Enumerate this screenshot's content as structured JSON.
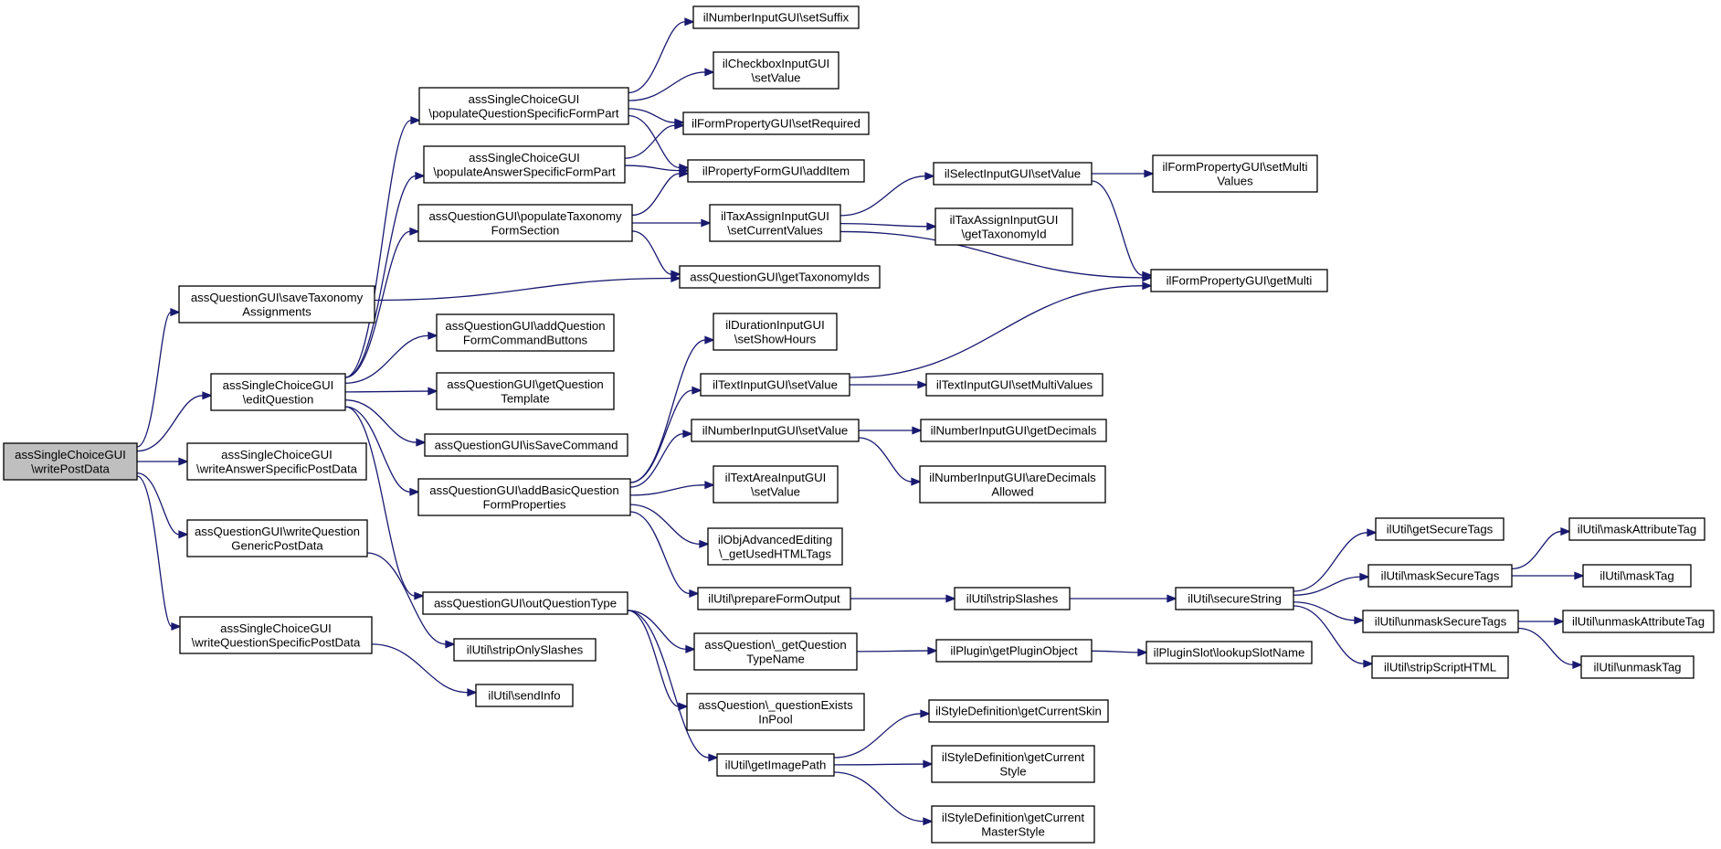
{
  "nodes": [
    {
      "id": "n0",
      "lines": [
        "assSingleChoiceGUI",
        "\\writePostData"
      ],
      "root": true
    },
    {
      "id": "n1",
      "lines": [
        "assQuestionGUI\\saveTaxonomy",
        "Assignments"
      ]
    },
    {
      "id": "n2",
      "lines": [
        "assSingleChoiceGUI",
        "\\editQuestion"
      ]
    },
    {
      "id": "n3",
      "lines": [
        "assSingleChoiceGUI",
        "\\writeAnswerSpecificPostData"
      ]
    },
    {
      "id": "n4",
      "lines": [
        "assQuestionGUI\\writeQuestion",
        "GenericPostData"
      ]
    },
    {
      "id": "n5",
      "lines": [
        "assSingleChoiceGUI",
        "\\writeQuestionSpecificPostData"
      ]
    },
    {
      "id": "n6",
      "lines": [
        "assSingleChoiceGUI",
        "\\populateQuestionSpecificFormPart"
      ]
    },
    {
      "id": "n7",
      "lines": [
        "assSingleChoiceGUI",
        "\\populateAnswerSpecificFormPart"
      ]
    },
    {
      "id": "n8",
      "lines": [
        "assQuestionGUI\\populateTaxonomy",
        "FormSection"
      ]
    },
    {
      "id": "n9",
      "lines": [
        "assQuestionGUI\\addQuestion",
        "FormCommandButtons"
      ]
    },
    {
      "id": "n10",
      "lines": [
        "assQuestionGUI\\getQuestion",
        "Template"
      ]
    },
    {
      "id": "n11",
      "lines": [
        "assQuestionGUI\\isSaveCommand"
      ]
    },
    {
      "id": "n12",
      "lines": [
        "assQuestionGUI\\addBasicQuestion",
        "FormProperties"
      ]
    },
    {
      "id": "n13",
      "lines": [
        "assQuestionGUI\\outQuestionType"
      ]
    },
    {
      "id": "n14",
      "lines": [
        "ilUtil\\stripOnlySlashes"
      ]
    },
    {
      "id": "n15",
      "lines": [
        "ilUtil\\sendInfo"
      ]
    },
    {
      "id": "n16",
      "lines": [
        "ilNumberInputGUI\\setSuffix"
      ]
    },
    {
      "id": "n17",
      "lines": [
        "ilCheckboxInputGUI",
        "\\setValue"
      ]
    },
    {
      "id": "n18",
      "lines": [
        "ilFormPropertyGUI\\setRequired"
      ]
    },
    {
      "id": "n19",
      "lines": [
        "ilPropertyFormGUI\\addItem"
      ]
    },
    {
      "id": "n20",
      "lines": [
        "ilTaxAssignInputGUI",
        "\\setCurrentValues"
      ]
    },
    {
      "id": "n21",
      "lines": [
        "assQuestionGUI\\getTaxonomyIds"
      ]
    },
    {
      "id": "n22",
      "lines": [
        "ilDurationInputGUI",
        "\\setShowHours"
      ]
    },
    {
      "id": "n23",
      "lines": [
        "ilTextInputGUI\\setValue"
      ]
    },
    {
      "id": "n24",
      "lines": [
        "ilNumberInputGUI\\setValue"
      ]
    },
    {
      "id": "n25",
      "lines": [
        "ilTextAreaInputGUI",
        "\\setValue"
      ]
    },
    {
      "id": "n26",
      "lines": [
        "ilObjAdvancedEditing",
        "\\_getUsedHTMLTags"
      ]
    },
    {
      "id": "n27",
      "lines": [
        "ilUtil\\prepareFormOutput"
      ]
    },
    {
      "id": "n28",
      "lines": [
        "assQuestion\\_getQuestion",
        "TypeName"
      ]
    },
    {
      "id": "n29",
      "lines": [
        "assQuestion\\_questionExists",
        "InPool"
      ]
    },
    {
      "id": "n30",
      "lines": [
        "ilUtil\\getImagePath"
      ]
    },
    {
      "id": "n31",
      "lines": [
        "ilSelectInputGUI\\setValue"
      ]
    },
    {
      "id": "n32",
      "lines": [
        "ilTaxAssignInputGUI",
        "\\getTaxonomyId"
      ]
    },
    {
      "id": "n33",
      "lines": [
        "ilFormPropertyGUI\\getMulti"
      ]
    },
    {
      "id": "n34",
      "lines": [
        "ilTextInputGUI\\setMultiValues"
      ]
    },
    {
      "id": "n35",
      "lines": [
        "ilNumberInputGUI\\getDecimals"
      ]
    },
    {
      "id": "n36",
      "lines": [
        "ilNumberInputGUI\\areDecimals",
        "Allowed"
      ]
    },
    {
      "id": "n37",
      "lines": [
        "ilUtil\\stripSlashes"
      ]
    },
    {
      "id": "n38",
      "lines": [
        "ilPlugin\\getPluginObject"
      ]
    },
    {
      "id": "n39",
      "lines": [
        "ilStyleDefinition\\getCurrentSkin"
      ]
    },
    {
      "id": "n40",
      "lines": [
        "ilStyleDefinition\\getCurrent",
        "Style"
      ]
    },
    {
      "id": "n41",
      "lines": [
        "ilStyleDefinition\\getCurrent",
        "MasterStyle"
      ]
    },
    {
      "id": "n42",
      "lines": [
        "ilFormPropertyGUI\\setMulti",
        "Values"
      ]
    },
    {
      "id": "n43",
      "lines": [
        "ilUtil\\secureString"
      ]
    },
    {
      "id": "n44",
      "lines": [
        "ilPluginSlot\\lookupSlotName"
      ]
    },
    {
      "id": "n45",
      "lines": [
        "ilUtil\\getSecureTags"
      ]
    },
    {
      "id": "n46",
      "lines": [
        "ilUtil\\maskSecureTags"
      ]
    },
    {
      "id": "n47",
      "lines": [
        "ilUtil\\unmaskSecureTags"
      ]
    },
    {
      "id": "n48",
      "lines": [
        "ilUtil\\stripScriptHTML"
      ]
    },
    {
      "id": "n49",
      "lines": [
        "ilUtil\\maskAttributeTag"
      ]
    },
    {
      "id": "n50",
      "lines": [
        "ilUtil\\maskTag"
      ]
    },
    {
      "id": "n51",
      "lines": [
        "ilUtil\\unmaskAttributeTag"
      ]
    },
    {
      "id": "n52",
      "lines": [
        "ilUtil\\unmaskTag"
      ]
    }
  ],
  "edges": [
    {
      "from": "n0",
      "to": "n1"
    },
    {
      "from": "n0",
      "to": "n2"
    },
    {
      "from": "n0",
      "to": "n3"
    },
    {
      "from": "n0",
      "to": "n4"
    },
    {
      "from": "n0",
      "to": "n5"
    },
    {
      "from": "n1",
      "to": "n21"
    },
    {
      "from": "n2",
      "to": "n6"
    },
    {
      "from": "n2",
      "to": "n7"
    },
    {
      "from": "n2",
      "to": "n8"
    },
    {
      "from": "n2",
      "to": "n9"
    },
    {
      "from": "n2",
      "to": "n10"
    },
    {
      "from": "n2",
      "to": "n11"
    },
    {
      "from": "n2",
      "to": "n12"
    },
    {
      "from": "n2",
      "to": "n13"
    },
    {
      "from": "n4",
      "to": "n14"
    },
    {
      "from": "n5",
      "to": "n15"
    },
    {
      "from": "n6",
      "to": "n16"
    },
    {
      "from": "n6",
      "to": "n17"
    },
    {
      "from": "n6",
      "to": "n18"
    },
    {
      "from": "n6",
      "to": "n19"
    },
    {
      "from": "n7",
      "to": "n18"
    },
    {
      "from": "n7",
      "to": "n19"
    },
    {
      "from": "n8",
      "to": "n19"
    },
    {
      "from": "n8",
      "to": "n20"
    },
    {
      "from": "n8",
      "to": "n21"
    },
    {
      "from": "n12",
      "to": "n22"
    },
    {
      "from": "n12",
      "to": "n23"
    },
    {
      "from": "n12",
      "to": "n24"
    },
    {
      "from": "n12",
      "to": "n25"
    },
    {
      "from": "n12",
      "to": "n26"
    },
    {
      "from": "n12",
      "to": "n27"
    },
    {
      "from": "n13",
      "to": "n28"
    },
    {
      "from": "n13",
      "to": "n29"
    },
    {
      "from": "n13",
      "to": "n30"
    },
    {
      "from": "n20",
      "to": "n31"
    },
    {
      "from": "n20",
      "to": "n32"
    },
    {
      "from": "n20",
      "to": "n33"
    },
    {
      "from": "n31",
      "to": "n42"
    },
    {
      "from": "n31",
      "to": "n33"
    },
    {
      "from": "n23",
      "to": "n33"
    },
    {
      "from": "n23",
      "to": "n34"
    },
    {
      "from": "n24",
      "to": "n35"
    },
    {
      "from": "n24",
      "to": "n36"
    },
    {
      "from": "n27",
      "to": "n37"
    },
    {
      "from": "n37",
      "to": "n43"
    },
    {
      "from": "n43",
      "to": "n45"
    },
    {
      "from": "n43",
      "to": "n46"
    },
    {
      "from": "n43",
      "to": "n47"
    },
    {
      "from": "n43",
      "to": "n48"
    },
    {
      "from": "n46",
      "to": "n49"
    },
    {
      "from": "n46",
      "to": "n50"
    },
    {
      "from": "n47",
      "to": "n51"
    },
    {
      "from": "n47",
      "to": "n52"
    },
    {
      "from": "n28",
      "to": "n38"
    },
    {
      "from": "n38",
      "to": "n44"
    },
    {
      "from": "n30",
      "to": "n39"
    },
    {
      "from": "n30",
      "to": "n40"
    },
    {
      "from": "n30",
      "to": "n41"
    }
  ]
}
